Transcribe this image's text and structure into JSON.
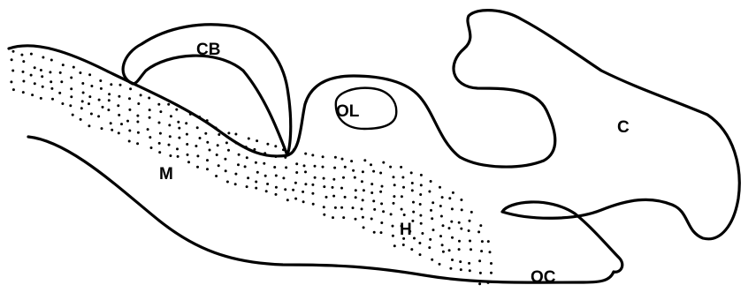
{
  "diagram": {
    "labels": {
      "cb": "CB",
      "ol": "OL",
      "c": "C",
      "m": "M",
      "h": "H",
      "oc": "OC"
    },
    "colors": {
      "ink": "#000000",
      "paper": "#ffffff"
    }
  }
}
